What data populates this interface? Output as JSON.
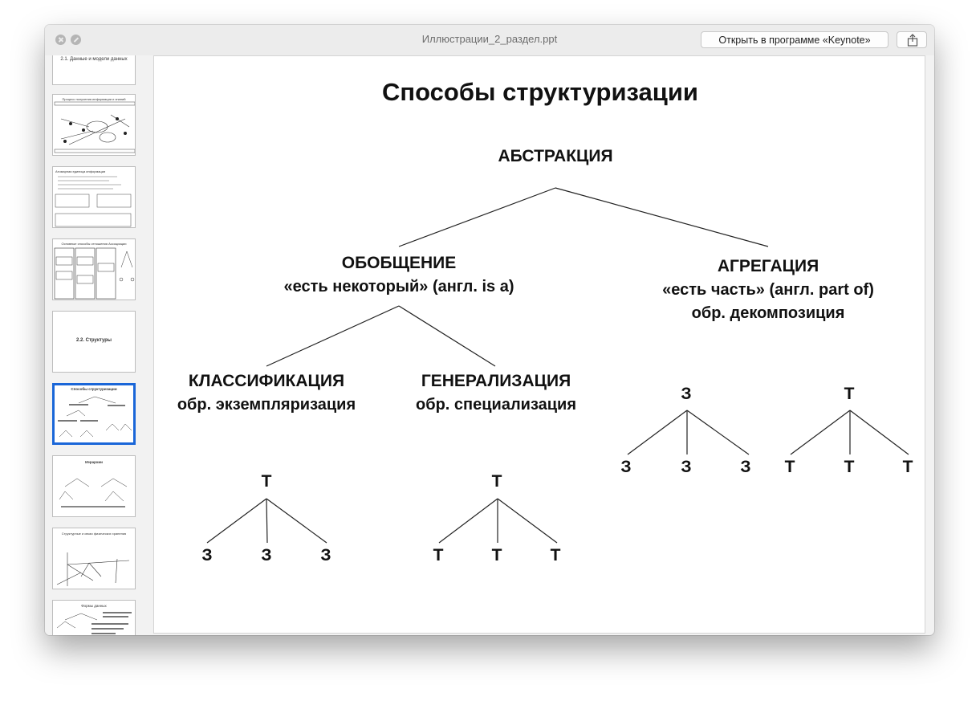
{
  "window": {
    "title": "Иллюстрации_2_раздел.ppt",
    "open_button_label": "Открыть в программе «Keynote»",
    "share_icon": "share-icon"
  },
  "sidebar": {
    "thumbnails": [
      {
        "caption": "2.1. Данные и модели данных"
      },
      {
        "caption": "Процесс получения информации и знаний"
      },
      {
        "caption": "Атомарная единица информации"
      },
      {
        "caption": "Основные способы отношения Ассоциации"
      },
      {
        "caption": "2.2. Структуры"
      },
      {
        "caption": "Способы структуризации",
        "selected": true
      },
      {
        "caption": "Иерархии"
      },
      {
        "caption": "Структурные и связи физических хранения"
      },
      {
        "caption": "Формы данных"
      }
    ]
  },
  "slide": {
    "title": "Способы структуризации",
    "root": "АБСТРАКЦИЯ",
    "generalization": {
      "name": "ОБОБЩЕНИЕ",
      "desc": "«есть некоторый» (англ. is a)"
    },
    "aggregation": {
      "name": "АГРЕГАЦИЯ",
      "desc": "«есть часть» (англ. part of)",
      "inverse": "обр. декомпозиция"
    },
    "classification": {
      "name": "КЛАССИФИКАЦИЯ",
      "inverse": "обр. экземпляризация"
    },
    "generalization_sub": {
      "name": "ГЕНЕРАЛИЗАЦИЯ",
      "inverse": "обр. специализация"
    },
    "trees": [
      {
        "root": "Т",
        "leaves": [
          "З",
          "З",
          "З"
        ]
      },
      {
        "root": "Т",
        "leaves": [
          "Т",
          "Т",
          "Т"
        ]
      },
      {
        "root": "З",
        "leaves": [
          "З",
          "З",
          "З"
        ]
      },
      {
        "root": "Т",
        "leaves": [
          "Т",
          "Т",
          "Т"
        ]
      }
    ]
  }
}
